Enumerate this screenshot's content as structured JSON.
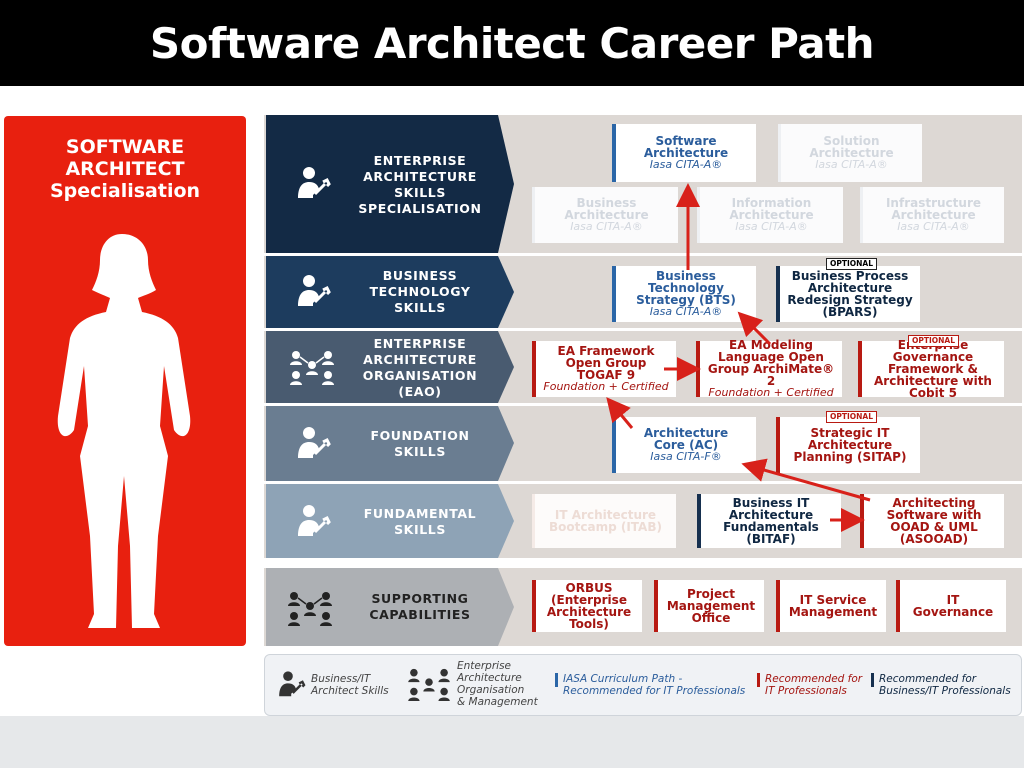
{
  "title": "Software Architect Career Path",
  "left_panel": {
    "line1": "SOFTWARE",
    "line2": "ARCHITECT",
    "line3": "Specialisation"
  },
  "colors": {
    "red_panel": "#e8200f",
    "band_1": "#132a45",
    "band_2": "#1d3c5e",
    "band_3": "#495b70",
    "band_4": "#6a7d91",
    "band_5": "#8ea3b6",
    "band_6": "#adb0b4",
    "arrow": "#d8211a"
  },
  "bands": [
    {
      "l1": "ENTERPRISE",
      "l2": "ARCHITECTURE",
      "l3": "SKILLS",
      "l4": "SPECIALISATION",
      "icon": "person-wrench-icon"
    },
    {
      "l1": "BUSINESS",
      "l2": "TECHNOLOGY",
      "l3": "SKILLS",
      "icon": "person-wrench-icon"
    },
    {
      "l1": "ENTERPRISE",
      "l2": "ARCHITECTURE",
      "l3": "ORGANISATION",
      "l4": "(EAO)",
      "icon": "people-network-icon"
    },
    {
      "l1": "FOUNDATION",
      "l2": "SKILLS",
      "icon": "person-wrench-icon"
    },
    {
      "l1": "FUNDAMENTAL",
      "l2": "SKILLS",
      "icon": "person-wrench-icon"
    },
    {
      "l1": "SUPPORTING",
      "l2": "CAPABILITIES",
      "icon": "people-network-icon"
    }
  ],
  "boxes": {
    "software_arch": {
      "l1": "Software",
      "l2": "Architecture",
      "sub": "Iasa CITA-A®"
    },
    "solution_arch": {
      "l1": "Solution",
      "l2": "Architecture",
      "sub": "Iasa CITA-A®"
    },
    "business_arch": {
      "l1": "Business",
      "l2": "Architecture",
      "sub": "Iasa CITA-A®"
    },
    "information_arch": {
      "l1": "Information",
      "l2": "Architecture",
      "sub": "Iasa CITA-A®"
    },
    "infrastructure_arch": {
      "l1": "Infrastructure",
      "l2": "Architecture",
      "sub": "Iasa CITA-A®"
    },
    "bts": {
      "l1": "Business Technology",
      "l2": "Strategy (BTS)",
      "sub": "Iasa CITA-A®"
    },
    "bpars": {
      "tag": "OPTIONAL",
      "l1": "Business Process",
      "l2": "Architecture",
      "l3": "Redesign Strategy",
      "l4": "(BPARS)"
    },
    "togaf": {
      "l1": "EA Framework",
      "l2": "Open Group",
      "l3": "TOGAF 9",
      "sub": "Foundation + Certified"
    },
    "archimate": {
      "l1": "EA Modeling",
      "l2": "Language Open",
      "l3": "Group ArchiMate® 2",
      "sub": "Foundation + Certified"
    },
    "cobit": {
      "tag": "OPTIONAL",
      "l1": "Enterprise Governance",
      "l2": "Framework &",
      "l3": "Architecture with",
      "l4": "Cobit 5"
    },
    "ac": {
      "l1": "Architecture",
      "l2": "Core (AC)",
      "sub": "Iasa CITA-F®"
    },
    "sitap": {
      "tag": "OPTIONAL",
      "l1": "Strategic IT",
      "l2": "Architecture",
      "l3": "Planning (SITAP)"
    },
    "itab": {
      "l1": "IT Architecture",
      "l2": "Bootcamp (ITAB)"
    },
    "bitaf": {
      "l1": "Business IT",
      "l2": "Architecture",
      "l3": "Fundamentals",
      "l4": "(BITAF)"
    },
    "asooad": {
      "l1": "Architecting",
      "l2": "Software with",
      "l3": "OOAD & UML",
      "l4": "(ASOOAD)"
    },
    "orbus": {
      "l1": "ORBUS",
      "l2": "(Enterprise",
      "l3": "Architecture",
      "l4": "Tools)"
    },
    "pmo": {
      "l1": "Project",
      "l2": "Management",
      "l3": "Office"
    },
    "itsm": {
      "l1": "IT Service",
      "l2": "Management"
    },
    "itgov": {
      "l1": "IT",
      "l2": "Governance"
    }
  },
  "legend": {
    "skills_l1": "Business/IT",
    "skills_l2": "Architect Skills",
    "org_l1": "Enterprise",
    "org_l2": "Architecture",
    "org_l3": "Organisation",
    "org_l4": "& Management",
    "iasa_l1": "IASA Curriculum Path -",
    "iasa_l2": "Recommended for IT Professionals",
    "rec_it_l1": "Recommended for",
    "rec_it_l2": "IT Professionals",
    "rec_biz_l1": "Recommended for",
    "rec_biz_l2": "Business/IT Professionals"
  }
}
